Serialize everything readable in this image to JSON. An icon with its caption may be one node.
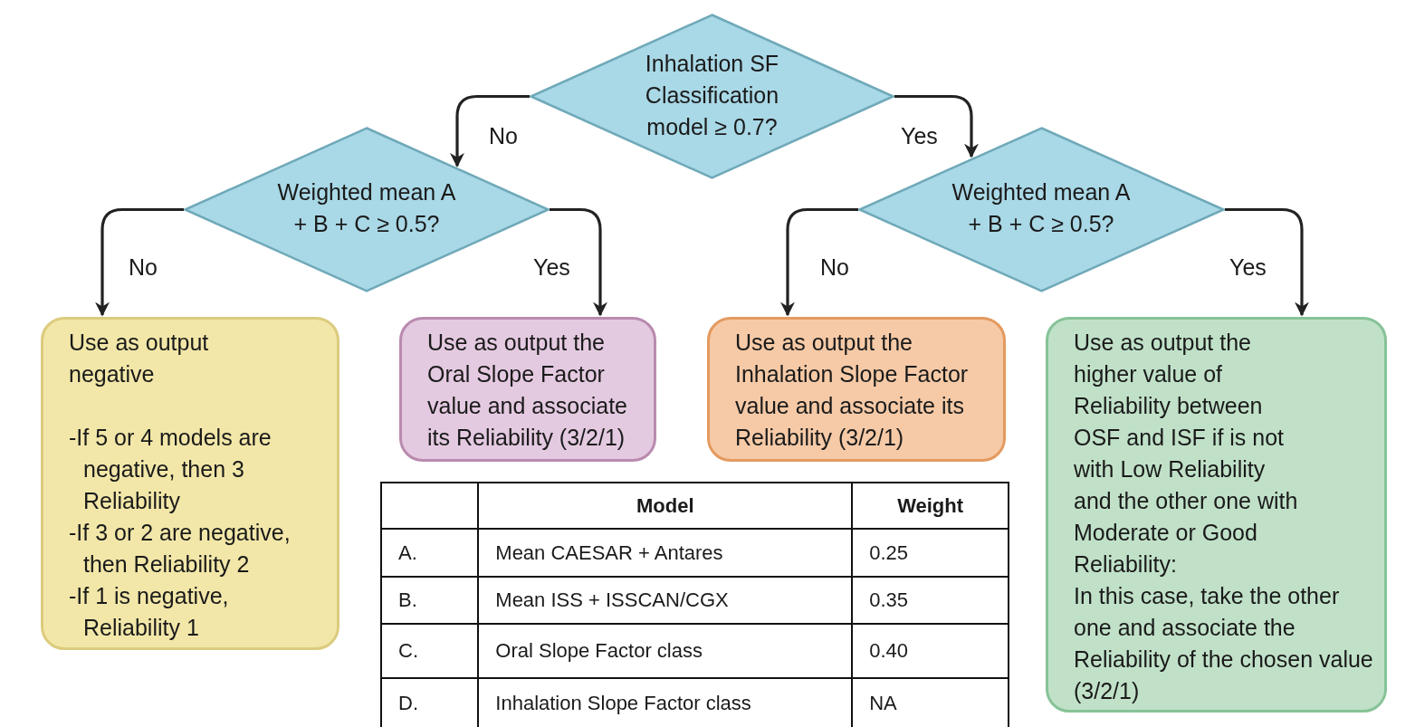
{
  "diagram": {
    "nodes": [
      {
        "text": [
          "Inhalation SF Classification model ≥ 0.7?"
        ]
      },
      {
        "text": [
          "Weighted mean A + B + C ≥ 0.5?"
        ]
      },
      {
        "text": [
          "Weighted mean A + B + C ≥ 0.5?"
        ]
      },
      {
        "text": [
          "Use as output negative",
          "-If 5 or 4 models are negative, then 3 Reliability",
          "-If 3 or 2 are negative, then Reliability 2",
          "-If 1 is negative, Reliability 1"
        ]
      },
      {
        "text": [
          "Use as output the Oral Slope Factor value and associate its Reliability (3/2/1)"
        ]
      },
      {
        "text": [
          "Use as output the Inhalation Slope Factor value and associate its Reliability (3/2/1)"
        ]
      },
      {
        "text": [
          "Use as output the higher value of Reliability between OSF and ISF if is not with Low Reliability and the other one with Moderate or Good Reliability:",
          "In this case, take the other one and associate the Reliability of the chosen value (3/2/1)"
        ]
      }
    ],
    "edges": [
      {
        "from": 0,
        "to": 1,
        "arrow": "to",
        "label": "No"
      },
      {
        "from": 0,
        "to": 2,
        "arrow": "to",
        "label": "Yes"
      },
      {
        "from": 1,
        "to": 3,
        "arrow": "to",
        "label": "No"
      },
      {
        "from": 1,
        "to": 4,
        "arrow": "to",
        "label": "Yes"
      },
      {
        "from": 2,
        "to": 5,
        "arrow": "to",
        "label": "No"
      },
      {
        "from": 2,
        "to": 6,
        "arrow": "to",
        "label": "Yes"
      }
    ],
    "labels": [
      "Model",
      "Weight",
      "A.",
      "Mean CAESAR + Antares",
      "0.25",
      "B.",
      "Mean ISS + ISSCAN/CGX",
      "0.35",
      "C.",
      "Oral Slope Factor class",
      "0.40",
      "D.",
      "Inhalation Slope Factor class",
      "NA"
    ]
  }
}
